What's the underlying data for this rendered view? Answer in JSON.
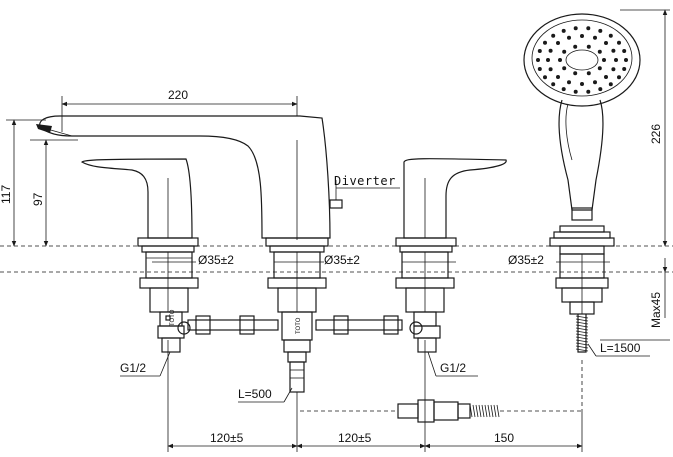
{
  "dimensions": {
    "spout_reach": "220",
    "height_total": "117",
    "height_handle": "97",
    "handshower_height": "226",
    "max_deck": "Max45",
    "hole_left": "Ø35±2",
    "hole_center": "Ø35±2",
    "hole_right": "Ø35±2",
    "hole_shower": "Ø35±2",
    "spacing_left": "120±5",
    "spacing_right": "120±5",
    "spacing_shower": "150"
  },
  "labels": {
    "diverter": "Diverter",
    "inlet_left": "G1/2",
    "inlet_right": "G1/2",
    "hose_outlet": "L=500",
    "hose_shower": "L=1500",
    "mark_left": "TOTO",
    "mark_center": "TOTO"
  }
}
